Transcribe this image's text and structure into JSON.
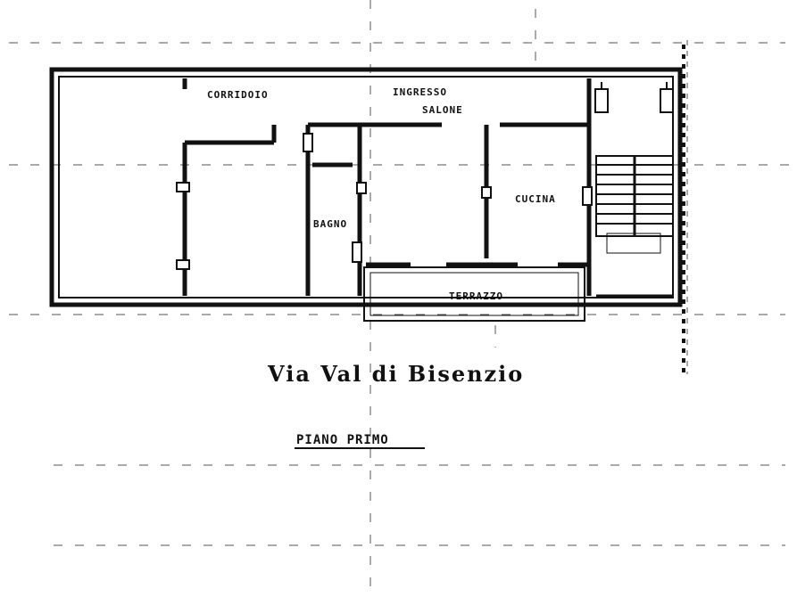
{
  "drawing": {
    "rooms": {
      "corridoio": "CORRIDOIO",
      "ingresso": "INGRESSO",
      "salone": "SALONE",
      "bagno": "BAGNO",
      "cucina": "CUCINA",
      "terrazzo": "TERRAZZO"
    },
    "street": "Via Val di Bisenzio",
    "floor_title": "PIANO PRIMO"
  },
  "colors": {
    "ink": "#111111",
    "background": "#ffffff",
    "dashes": "#555555"
  }
}
